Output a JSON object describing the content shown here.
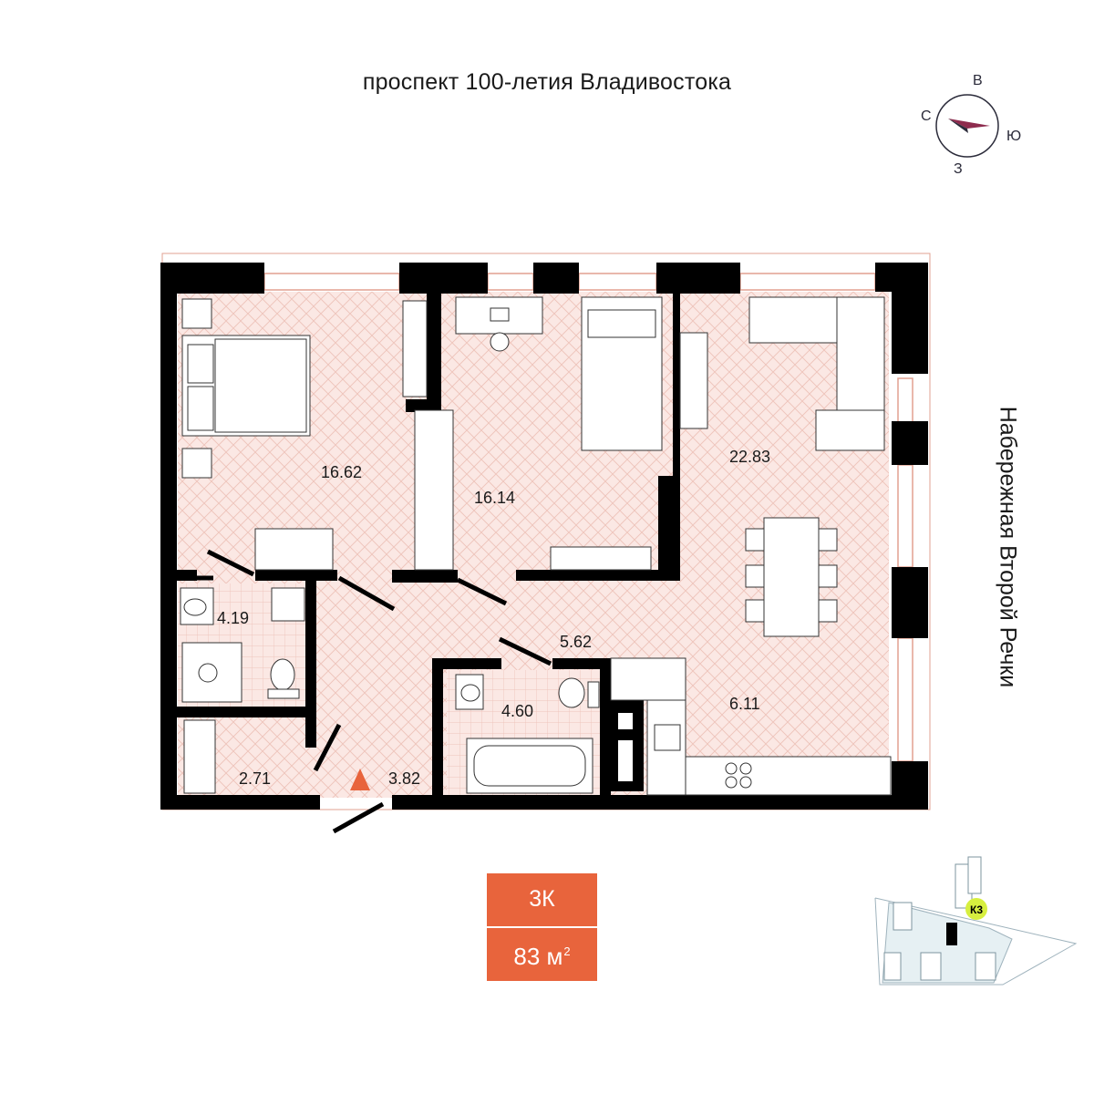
{
  "streets": {
    "top": "проспект 100-летия Владивостока",
    "right": "Набережная Второй Речки"
  },
  "compass": {
    "n": "С",
    "e": "В",
    "s": "Ю",
    "w": "З"
  },
  "rooms": {
    "bedroom1": "16.62",
    "bedroom2": "16.14",
    "living": "22.83",
    "bathroom1": "4.19",
    "wardrobe": "2.71",
    "entrance": "3.82",
    "hall": "5.62",
    "bathroom2": "4.60",
    "kitchen": "6.11"
  },
  "apartment": {
    "type": "3К",
    "area": "83 м",
    "area_unit_sup": "2"
  },
  "site": {
    "building_code": "К3"
  },
  "colors": {
    "accent": "#e8643c",
    "floor": "#fbe8e4",
    "wall": "#000000",
    "compass_needle": "#8e2c4e",
    "site_badge": "#d7ef3f"
  }
}
